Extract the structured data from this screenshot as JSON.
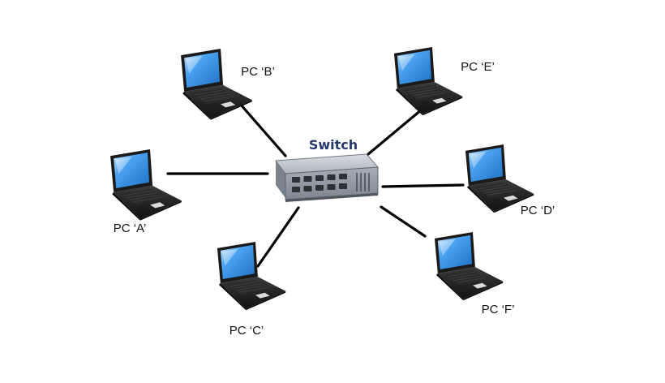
{
  "diagram": {
    "hub": {
      "label": "Switch",
      "icon": "network-switch-icon",
      "body_color": "#9aa2ad",
      "port_color": "#2c3136"
    },
    "nodes": [
      {
        "id": "a",
        "label": "PC ‘A’",
        "icon": "laptop-icon"
      },
      {
        "id": "b",
        "label": "PC ‘B’",
        "icon": "laptop-icon"
      },
      {
        "id": "c",
        "label": "PC ‘C’",
        "icon": "laptop-icon"
      },
      {
        "id": "d",
        "label": "PC ‘D’",
        "icon": "laptop-icon"
      },
      {
        "id": "e",
        "label": "PC ‘E’",
        "icon": "laptop-icon"
      },
      {
        "id": "f",
        "label": "PC ‘F’",
        "icon": "laptop-icon"
      }
    ],
    "links": [
      {
        "from": "a",
        "to": "switch"
      },
      {
        "from": "b",
        "to": "switch"
      },
      {
        "from": "c",
        "to": "switch"
      },
      {
        "from": "d",
        "to": "switch"
      },
      {
        "from": "e",
        "to": "switch"
      },
      {
        "from": "f",
        "to": "switch"
      }
    ],
    "colors": {
      "link": "#000000",
      "screen": "#2f8fe6",
      "laptop_body": "#1c1c1c"
    }
  }
}
